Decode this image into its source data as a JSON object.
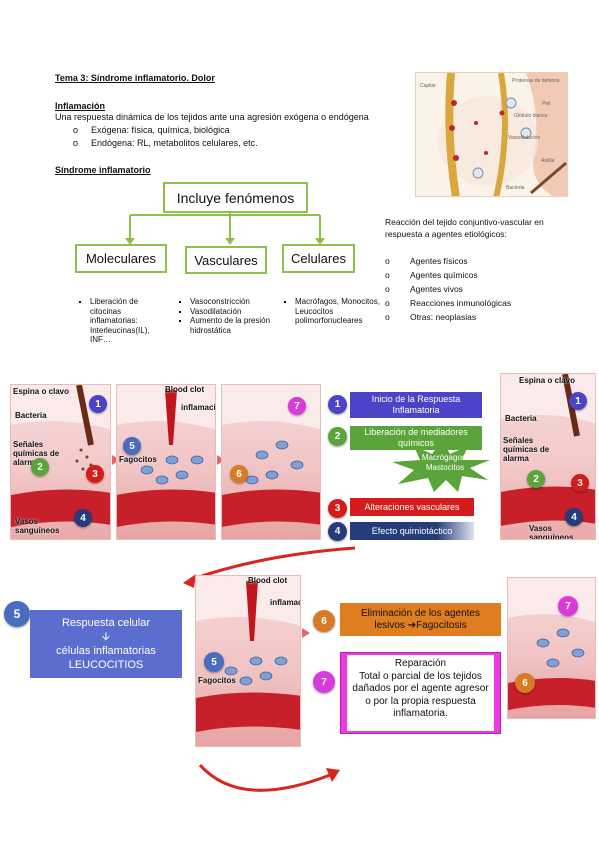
{
  "heading": "Tema 3: Síndrome inflamatorio. Dolor",
  "inflamacion": {
    "title": "Inflamación",
    "definition": "Una respuesta dinámica de los tejidos ante una agresión exógena o endógena",
    "items": [
      "Exógena: física, química, biológica",
      "Endógena: RL, metabolitos celulares, etc."
    ]
  },
  "sindrome_title": "Síndrome inflamatorio",
  "tree": {
    "root": "Incluye fenómenos",
    "children": [
      "Moleculares",
      "Vasculares",
      "Celulares"
    ],
    "moleculares_items": [
      "Liberación de citocinas inflamatorias: Interleucinas(IL), INF…"
    ],
    "vasculares_items": [
      "Vasoconstricción",
      "Vasodilatación",
      "Aumento de la presión hidrostática"
    ],
    "celulares_items": [
      "Macrófagos, Monocitos, Leucocitos polimorfonucleares"
    ]
  },
  "reaccion": {
    "intro": "Reacción del tejido conjuntivo-vascular en respuesta a agentes etiológicos:",
    "items": [
      "Agentes físicos",
      "Agentes químicos",
      "Agentes vivos",
      "Reacciones inmunológicas",
      "Otras: neoplasias"
    ]
  },
  "top_illustration_labels": [
    "Capilar",
    "Proteínas de defensa",
    "Glóbulo blanco",
    "Piel",
    "Vasodilatación",
    "Astilla",
    "Bacteria"
  ],
  "diagram_labels": {
    "espina": "Espina o clavo",
    "bacteria": "Bacteria",
    "senales": "Señales químicas de alarma",
    "vasos": "Vasos sanguíneos",
    "blood_clot": "Blood clot",
    "inflamacion": "inflamación",
    "inflamac": "inflamac",
    "fagocitos": "Fagocitos"
  },
  "steps": {
    "s1": "Inicio de la Respuesta Inflamatoria",
    "s2": "Liberación de mediadores químicos",
    "star": "Macrógagos/ Mastocitos",
    "s3": "Alteraciones vasculares",
    "s4": "Efecto quimiotáctico",
    "s5_title": "Respuesta celular",
    "s5_arrow": "🡫",
    "s5_body": "células inflamatorias LEUCOCITIOS",
    "s6": "Eliminación de los agentes lesivos ➔Fagocitosis",
    "s7_title": "Reparación",
    "s7_body": "Total o parcial de los tejidos dañados por el agente agresor o por la propia respuesta inflamatoria."
  },
  "numbers": [
    "1",
    "2",
    "3",
    "4",
    "5",
    "6",
    "7"
  ],
  "colors": {
    "green_border": "#8fbf4f",
    "step1": "#4b44c8",
    "step2": "#5aa43a",
    "step3": "#d41c1c",
    "step4": "#253c7a",
    "step5": "#5b6ed0",
    "step6": "#e07d20",
    "step7": "#e93be0",
    "arrow": "#d9251c"
  }
}
